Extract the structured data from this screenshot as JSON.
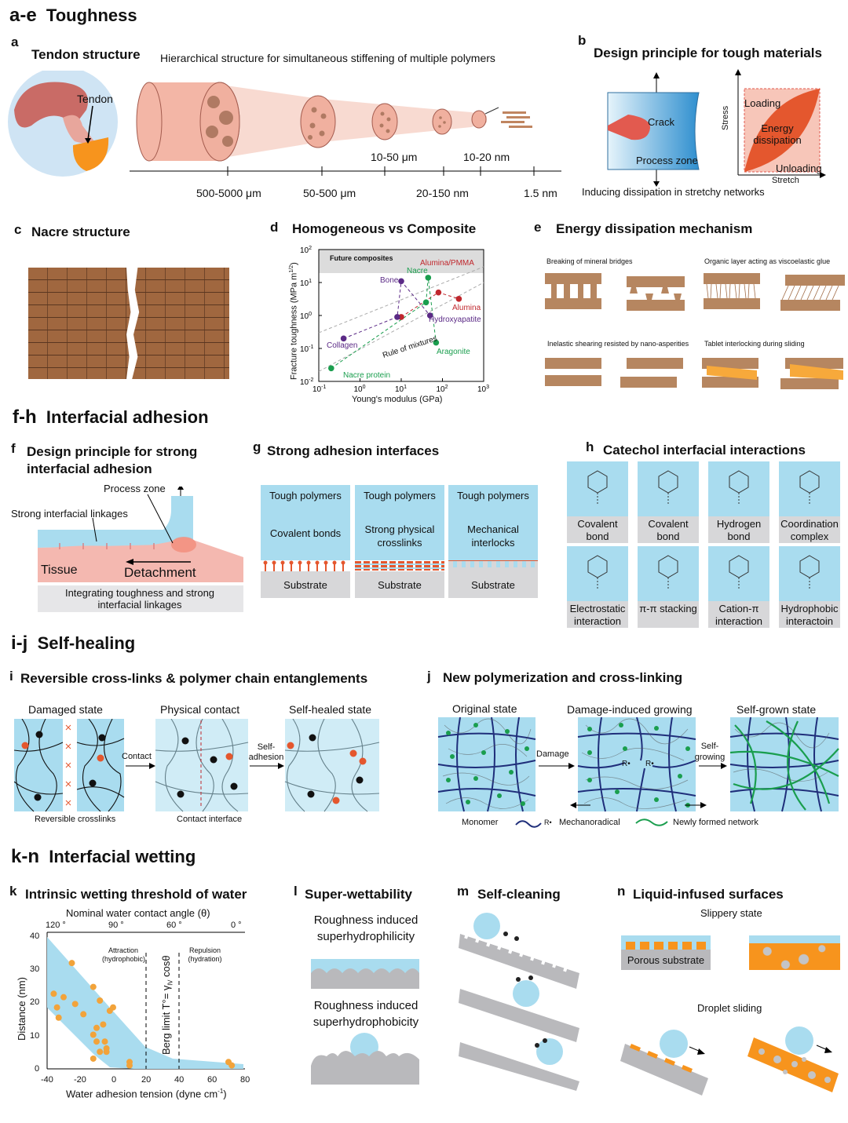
{
  "sections": {
    "toughness": {
      "tag": "a-e",
      "title": "Toughness"
    },
    "adhesion": {
      "tag": "f-h",
      "title": "Interfacial adhesion"
    },
    "healing": {
      "tag": "i-j",
      "title": "Self-healing"
    },
    "wetting": {
      "tag": "k-n",
      "title": "Interfacial wetting"
    }
  },
  "a": {
    "letter": "a",
    "title": "Tendon structure",
    "subtitle": "Hierarchical structure for simultaneous stiffening of multiple polymers",
    "tendon": "Tendon",
    "upper_scales": [
      "10-50 μm",
      "10-20 nm"
    ],
    "lower_scales": [
      "500-5000 μm",
      "50-500 μm",
      "20-150 nm",
      "1.5 nm"
    ]
  },
  "b": {
    "letter": "b",
    "title": "Design principle for tough materials",
    "crack": "Crack",
    "process_zone": "Process zone",
    "loading": "Loading",
    "energy": "Energy dissipation",
    "unloading": "Unloading",
    "stress": "Stress",
    "stretch": "Stretch",
    "caption": "Inducing dissipation in stretchy networks"
  },
  "c": {
    "letter": "c",
    "title": "Nacre structure"
  },
  "d": {
    "letter": "d",
    "title": "Homogeneous vs Composite",
    "future": "Future composites",
    "ylabel": "Fracture toughness (MPa m",
    "ylabel_sup": "1/2",
    "ylabel_end": ")",
    "xlabel": "Young's modulus (GPa)",
    "labels": {
      "alumina_pmma": "Alumina/PMMA",
      "nacre": "Nacre",
      "bone": "Bone",
      "alumina": "Alumina",
      "hydroxyapatite": "Hydroxyapatite",
      "collagen": "Collagen",
      "rule": "Rule of mixtures",
      "aragonite": "Aragonite",
      "nacre_protein": "Nacre protein"
    }
  },
  "chart_data": {
    "type": "scatter",
    "title": "Homogeneous vs Composite",
    "xlabel": "Young's modulus (GPa)",
    "ylabel": "Fracture toughness (MPa m1/2)",
    "xscale": "log",
    "yscale": "log",
    "xlim": [
      0.1,
      1000
    ],
    "ylim": [
      0.01,
      100
    ],
    "xticks": [
      "10-1",
      "100",
      "101",
      "102",
      "103"
    ],
    "yticks": [
      "10-2",
      "10-1",
      "100",
      "101",
      "102"
    ],
    "series": [
      {
        "name": "Alumina/PMMA",
        "color": "#c0272d",
        "points": [
          {
            "x": 10,
            "y": 0.9
          },
          {
            "x": 80,
            "y": 5
          },
          {
            "x": 250,
            "y": 3.2
          }
        ]
      },
      {
        "name": "Bone",
        "color": "#5b2a86",
        "points": [
          {
            "x": 0.4,
            "y": 0.2
          },
          {
            "x": 8,
            "y": 0.9
          },
          {
            "x": 10,
            "y": 11
          },
          {
            "x": 50,
            "y": 1
          }
        ]
      },
      {
        "name": "Nacre",
        "color": "#1a9e4e",
        "points": [
          {
            "x": 0.2,
            "y": 0.025
          },
          {
            "x": 40,
            "y": 2.5
          },
          {
            "x": 45,
            "y": 14
          },
          {
            "x": 70,
            "y": 0.15
          }
        ]
      }
    ]
  },
  "e": {
    "letter": "e",
    "title": "Energy dissipation mechanism",
    "cap1": "Breaking of mineral bridges",
    "cap2": "Organic layer acting as viscoelastic glue",
    "cap3": "Inelastic shearing resisted by nano-asperities",
    "cap4": "Tablet interlocking during sliding"
  },
  "f": {
    "letter": "f",
    "title": "Design principle for strong interfacial adhesion",
    "process_zone": "Process zone",
    "linkages": "Strong interfacial linkages",
    "tissue": "Tissue",
    "detachment": "Detachment",
    "caption": "Integrating toughness and strong interfacial linkages"
  },
  "g": {
    "letter": "g",
    "title": "Strong adhesion interfaces",
    "panels": [
      {
        "top": "Tough polymers",
        "mid": "Covalent bonds",
        "bottom": "Substrate"
      },
      {
        "top": "Tough polymers",
        "mid": "Strong physical crosslinks",
        "bottom": "Substrate"
      },
      {
        "top": "Tough polymers",
        "mid": "Mechanical interlocks",
        "bottom": "Substrate"
      }
    ]
  },
  "h": {
    "letter": "h",
    "title": "Catechol interfacial interactions",
    "cells": [
      "Covalent bond",
      "Covalent bond",
      "Hydrogen bond",
      "Coordination complex",
      "Electrostatic interaction",
      "π-π stacking",
      "Cation-π interaction",
      "Hydrophobic interactoin"
    ]
  },
  "i": {
    "letter": "i",
    "title": "Reversible cross-links & polymer chain entanglements",
    "damaged": "Damaged state",
    "contact_state": "Physical contact",
    "healed": "Self-healed state",
    "arrow1": "Contact",
    "arrow2a": "Self-",
    "arrow2b": "adhesion",
    "legend": "Reversible crosslinks",
    "interface": "Contact interface"
  },
  "j": {
    "letter": "j",
    "title": "New polymerization and cross-linking",
    "original": "Original state",
    "damage_growing": "Damage-induced growing",
    "grown": "Self-grown state",
    "arrow1": "Damage",
    "arrow2a": "Self-",
    "arrow2b": "growing",
    "legend1": "Monomer",
    "legend2": "Mechanoradical",
    "legend3": "Newly formed network",
    "radical": "R•"
  },
  "k": {
    "letter": "k",
    "title": "Intrinsic wetting threshold of water",
    "top_axis": "Nominal water contact angle (θ)",
    "top_ticks": [
      "120 °",
      "90 °",
      "60 °",
      "0 °"
    ],
    "xlabel": "Water adhesion tension (dyne cm",
    "xlabel_sup": "-1",
    "xlabel_end": ")",
    "ylabel": "Distance (nm)",
    "xticks": [
      "-40",
      "-20",
      "0",
      "20",
      "40",
      "60",
      "80"
    ],
    "yticks": [
      "0",
      "10",
      "20",
      "30",
      "40"
    ],
    "attraction": "Attraction",
    "attraction2": "(hydrophobic)",
    "repulsion": "Repulsion",
    "repulsion2": "(hydration)",
    "berg": "Berg limit T°= γ",
    "berg_sub": "lV",
    "berg_end": " cosθ"
  },
  "l": {
    "letter": "l",
    "title": "Super-wettability",
    "t1": "Roughness induced superhydrophilicity",
    "t2": "Roughness induced superhydrophobicity"
  },
  "m": {
    "letter": "m",
    "title": "Self-cleaning"
  },
  "n": {
    "letter": "n",
    "title": "Liquid-infused surfaces",
    "slippery": "Slippery state",
    "porous": "Porous substrate",
    "droplet": "Droplet sliding"
  },
  "colors": {
    "blue": "#a9dcef",
    "grey": "#d7d7d9",
    "orange": "#f7941d",
    "brown": "#a0673f",
    "red": "#c0272d",
    "purple": "#5b2a86",
    "green": "#1a9e4e"
  }
}
